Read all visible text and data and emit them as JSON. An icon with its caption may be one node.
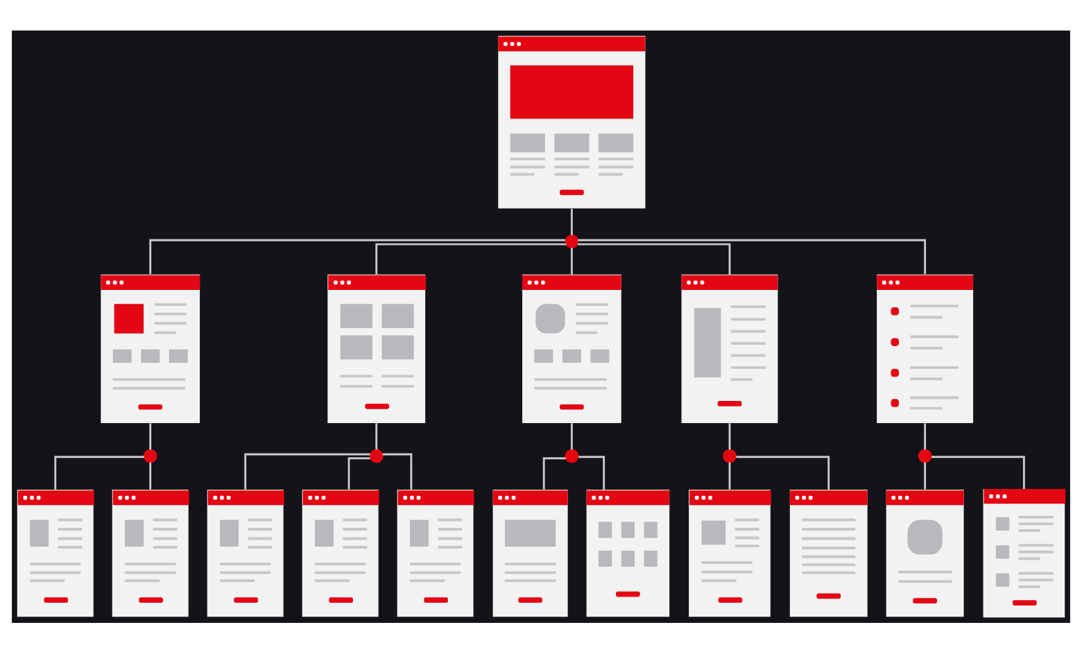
{
  "diagram": {
    "nodes": [
      {
        "text": [],
        "shape": "picture"
      },
      {
        "text": [],
        "shape": "circle"
      },
      {
        "text": [],
        "shape": "picture"
      },
      {
        "text": [],
        "shape": "picture"
      },
      {
        "text": [],
        "shape": "picture"
      },
      {
        "text": [],
        "shape": "picture"
      },
      {
        "text": [],
        "shape": "picture"
      },
      {
        "text": [],
        "shape": "circle"
      },
      {
        "text": [],
        "shape": "circle"
      },
      {
        "text": [],
        "shape": "circle"
      },
      {
        "text": [],
        "shape": "circle"
      },
      {
        "text": [],
        "shape": "circle"
      },
      {
        "text": [],
        "shape": "picture"
      },
      {
        "text": [],
        "shape": "picture"
      },
      {
        "text": [],
        "shape": "picture"
      },
      {
        "text": [],
        "shape": "picture"
      },
      {
        "text": [],
        "shape": "picture"
      },
      {
        "text": [],
        "shape": "picture"
      },
      {
        "text": [],
        "shape": "picture"
      },
      {
        "text": [],
        "shape": "picture"
      },
      {
        "text": [],
        "shape": "picture"
      },
      {
        "text": [],
        "shape": "picture"
      },
      {
        "text": [],
        "shape": "picture"
      }
    ],
    "edges": [
      {
        "from": 0,
        "to": 1,
        "arrow": "none"
      },
      {
        "from": 1,
        "to": 2,
        "arrow": "none"
      },
      {
        "from": 1,
        "to": 3,
        "arrow": "none"
      },
      {
        "from": 1,
        "to": 4,
        "arrow": "none"
      },
      {
        "from": 1,
        "to": 5,
        "arrow": "none"
      },
      {
        "from": 1,
        "to": 6,
        "arrow": "none"
      },
      {
        "from": 2,
        "to": 7,
        "arrow": "none"
      },
      {
        "from": 3,
        "to": 8,
        "arrow": "none"
      },
      {
        "from": 4,
        "to": 9,
        "arrow": "none"
      },
      {
        "from": 5,
        "to": 10,
        "arrow": "none"
      },
      {
        "from": 6,
        "to": 11,
        "arrow": "none"
      },
      {
        "from": 7,
        "to": 12,
        "arrow": "none"
      },
      {
        "from": 7,
        "to": 13,
        "arrow": "none"
      },
      {
        "from": 8,
        "to": 14,
        "arrow": "none"
      },
      {
        "from": 8,
        "to": 15,
        "arrow": "none"
      },
      {
        "from": 8,
        "to": 16,
        "arrow": "none"
      },
      {
        "from": 9,
        "to": 17,
        "arrow": "none"
      },
      {
        "from": 9,
        "to": 18,
        "arrow": "none"
      },
      {
        "from": 10,
        "to": 19,
        "arrow": "none"
      },
      {
        "from": 10,
        "to": 20,
        "arrow": "none"
      },
      {
        "from": 11,
        "to": 21,
        "arrow": "none"
      },
      {
        "from": 11,
        "to": 22,
        "arrow": "none"
      }
    ]
  }
}
